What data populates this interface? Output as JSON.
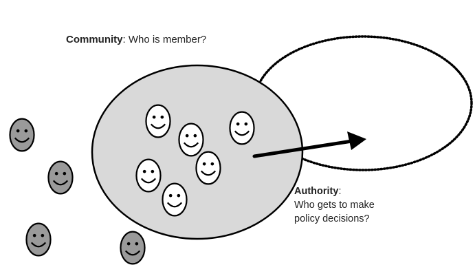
{
  "community": {
    "term": "Community",
    "question": ": Who is member?"
  },
  "authority": {
    "term": "Authority",
    "colon": ":",
    "question_line1": "Who gets to make",
    "question_line2": "policy decisions?"
  },
  "colors": {
    "community_fill": "#d9d9d9",
    "outside_face_fill": "#9a9a9a",
    "member_face_fill": "#ffffff",
    "stroke": "#000000"
  }
}
